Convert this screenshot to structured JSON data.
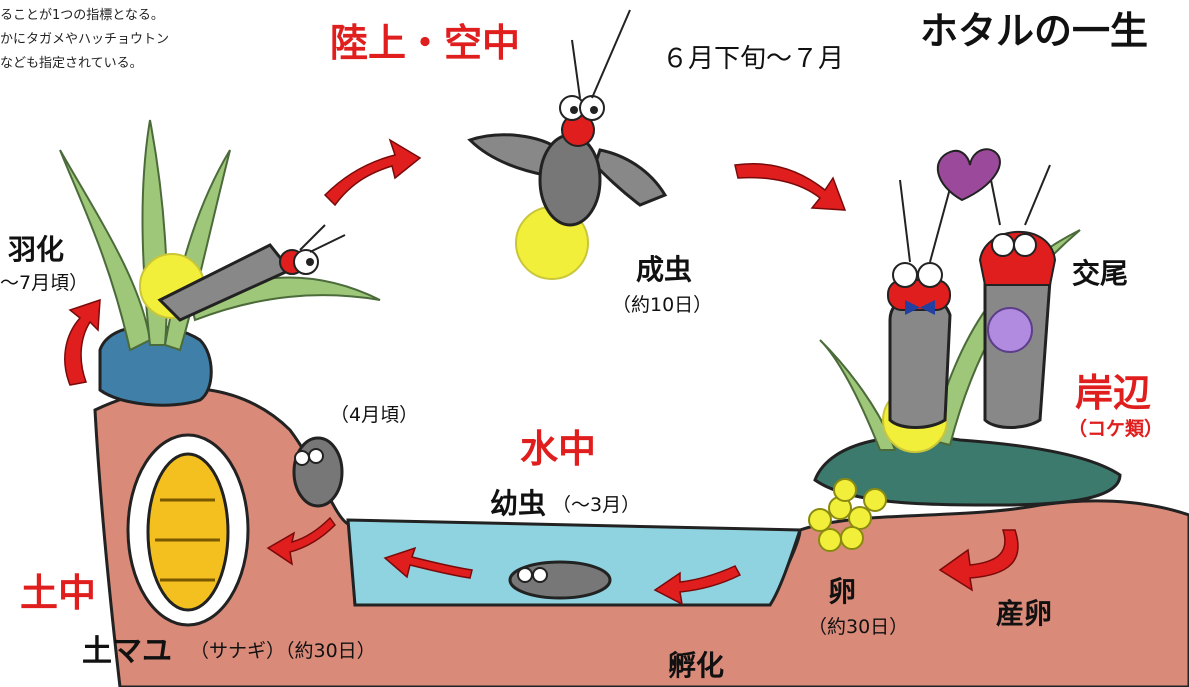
{
  "title": "ホタルの一生",
  "note_lines": [
    "ることが1つの指標となる。",
    "かにタガメやハッチョウトン",
    "なども指定されている。"
  ],
  "zones": {
    "land_air": "陸上・空中",
    "water": "水中",
    "shore": "岸辺",
    "shore_sub": "（コケ類）",
    "soil": "土中"
  },
  "stages": {
    "season": "６月下旬〜７月",
    "adult": "成虫",
    "adult_days": "（約10日）",
    "mating": "交尾",
    "emergence": "羽化",
    "emergence_time": "〜7月頃）",
    "pupa": "土マユ",
    "pupa_sub": "（サナギ）（約30日）",
    "larva_time": "（4月頃）",
    "larva": "幼虫",
    "larva_sub": "（〜3月）",
    "egg": "卵",
    "egg_days": "（約30日）",
    "laying": "産卵",
    "hatching": "孵化"
  },
  "colors": {
    "accent_red": "#e01e1e",
    "soil": "#d98a78",
    "water": "#8fd3e0",
    "glow": "#f2ef3a",
    "leaf": "#9ec77a"
  }
}
